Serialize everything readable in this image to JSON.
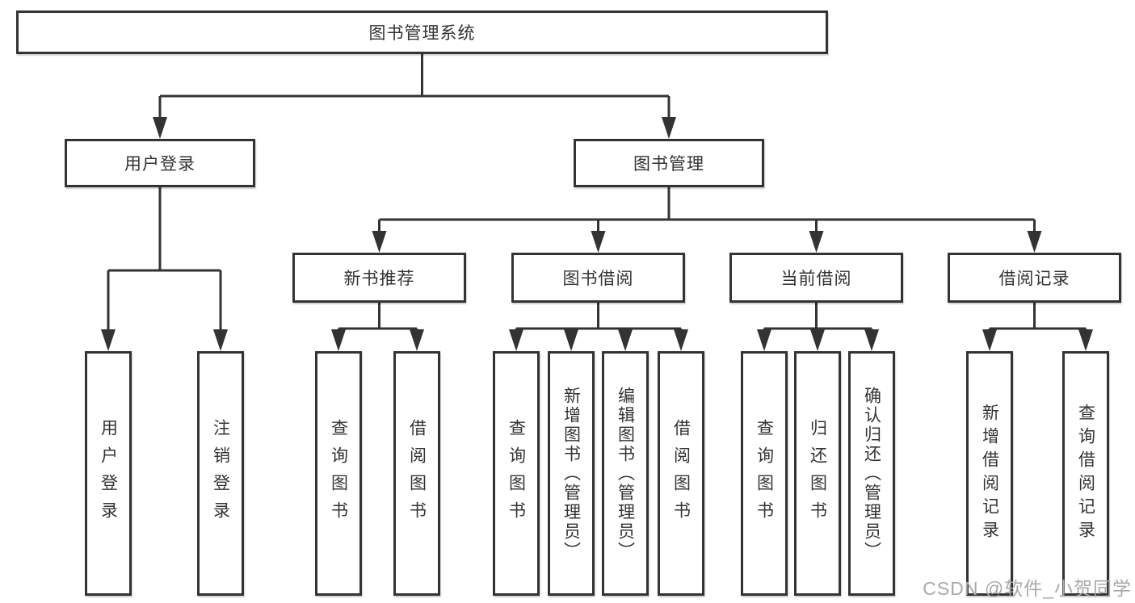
{
  "diagram": {
    "title": "图书管理系统",
    "nodes": [
      {
        "id": "system-root",
        "label": "图书管理系统"
      },
      {
        "id": "user-login-module",
        "label": "用户登录"
      },
      {
        "id": "book-mgmt-module",
        "label": "图书管理"
      },
      {
        "id": "new-book-recommend",
        "label": "新书推荐"
      },
      {
        "id": "book-borrowing",
        "label": "图书借阅"
      },
      {
        "id": "current-borrowing",
        "label": "当前借阅"
      },
      {
        "id": "borrowing-records",
        "label": "借阅记录"
      },
      {
        "id": "leaf-user-login",
        "label": "用户登录"
      },
      {
        "id": "leaf-logout",
        "label": "注销登录"
      },
      {
        "id": "leaf-query-books-1",
        "label": "查询图书"
      },
      {
        "id": "leaf-borrow-books-1",
        "label": "借阅图书"
      },
      {
        "id": "leaf-query-books-2",
        "label": "查询图书"
      },
      {
        "id": "leaf-add-books-admin",
        "label": "新增图书（管理员）"
      },
      {
        "id": "leaf-edit-books-admin",
        "label": "编辑图书（管理员）"
      },
      {
        "id": "leaf-borrow-books-2",
        "label": "借阅图书"
      },
      {
        "id": "leaf-query-books-3",
        "label": "查询图书"
      },
      {
        "id": "leaf-return-books",
        "label": "归还图书"
      },
      {
        "id": "leaf-confirm-return-admin",
        "label": "确认归还（管理员）"
      },
      {
        "id": "leaf-add-borrow-record",
        "label": "新增借阅记录"
      },
      {
        "id": "leaf-query-borrow-record",
        "label": "查询借阅记录"
      }
    ],
    "colors": {
      "line": "#333333",
      "box_border": "#333333",
      "text": "#333333",
      "background": "#ffffff",
      "watermark": "#a8a8a8"
    }
  },
  "watermark": {
    "text": "CSDN @软件_小贺同学"
  }
}
